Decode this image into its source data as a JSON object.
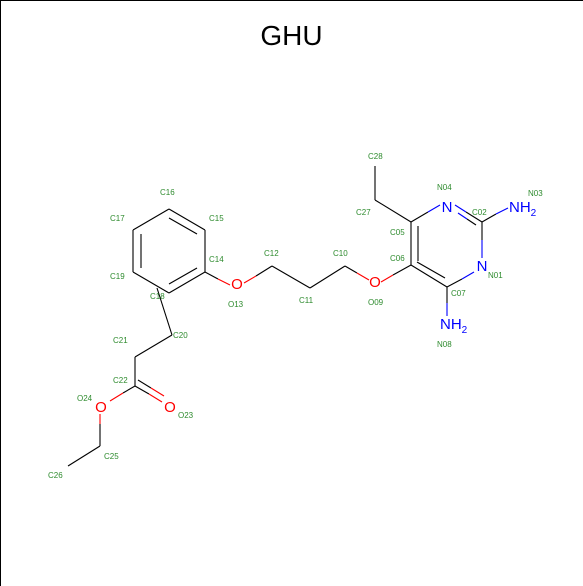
{
  "title": "GHU",
  "colors": {
    "oxygen": "#ff0000",
    "nitrogen": "#0000ff",
    "carbon": "#000000",
    "label": "#2e8b2e"
  },
  "hetero": {
    "O13": "O",
    "O09": "O",
    "O24": "O",
    "O23": "O",
    "N04": "N",
    "N01": "N",
    "N03_main": "NH",
    "N03_sub": "2",
    "N08_main": "NH",
    "N08_sub": "2"
  },
  "labels": {
    "C16": "C16",
    "C17": "C17",
    "C15": "C15",
    "C14": "C14",
    "C19": "C19",
    "C18": "C18",
    "C12": "C12",
    "C10": "C10",
    "C11": "C11",
    "C13": "O13",
    "O09": "O09",
    "C28": "C28",
    "C27": "C27",
    "N04": "N04",
    "C05": "C05",
    "C06": "C06",
    "C02": "C02",
    "N03": "N03",
    "N01": "N01",
    "C07": "C07",
    "N08": "N08",
    "C21": "C21",
    "C20": "C20",
    "C22": "C22",
    "O24": "O24",
    "O23": "O23",
    "C25": "C25",
    "C26": "C26"
  }
}
